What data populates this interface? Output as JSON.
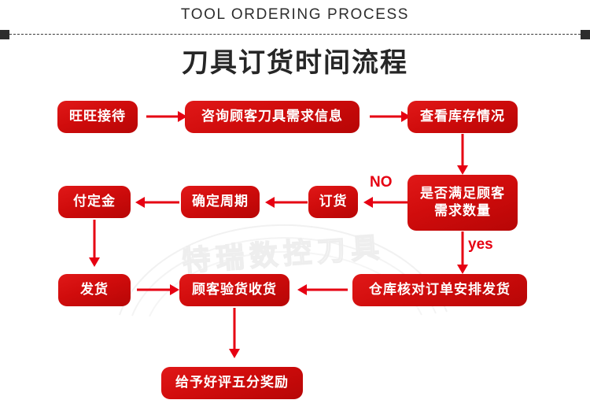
{
  "header": {
    "title_en": "TOOL ORDERING PROCESS",
    "title_cn": "刀具订货时间流程"
  },
  "watermark": {
    "text": "特瑞数控刀具"
  },
  "flowchart": {
    "nodes": [
      {
        "id": "wangwang-reception",
        "label": "旺旺接待"
      },
      {
        "id": "inquire-customer-needs",
        "label": "咨询顾客刀具需求信息"
      },
      {
        "id": "check-stock",
        "label": "查看库存情况"
      },
      {
        "id": "meets-demand-decision",
        "label": "是否满足顾客\n需求数量"
      },
      {
        "id": "place-order",
        "label": "订货"
      },
      {
        "id": "confirm-cycle",
        "label": "确定周期"
      },
      {
        "id": "pay-deposit",
        "label": "付定金"
      },
      {
        "id": "ship-goods",
        "label": "发货"
      },
      {
        "id": "customer-inspect-receive",
        "label": "顾客验货收货"
      },
      {
        "id": "warehouse-verify-ship",
        "label": "仓库核对订单安排发货"
      },
      {
        "id": "give-five-star-review",
        "label": "给予好评五分奖励"
      }
    ],
    "edge_labels": {
      "no": "NO",
      "yes": "yes"
    }
  },
  "colors": {
    "box_red": "#d00c0c",
    "arrow_red": "#e60012",
    "header_text": "#2d2d2d",
    "watermark_gray": "#ececec"
  }
}
